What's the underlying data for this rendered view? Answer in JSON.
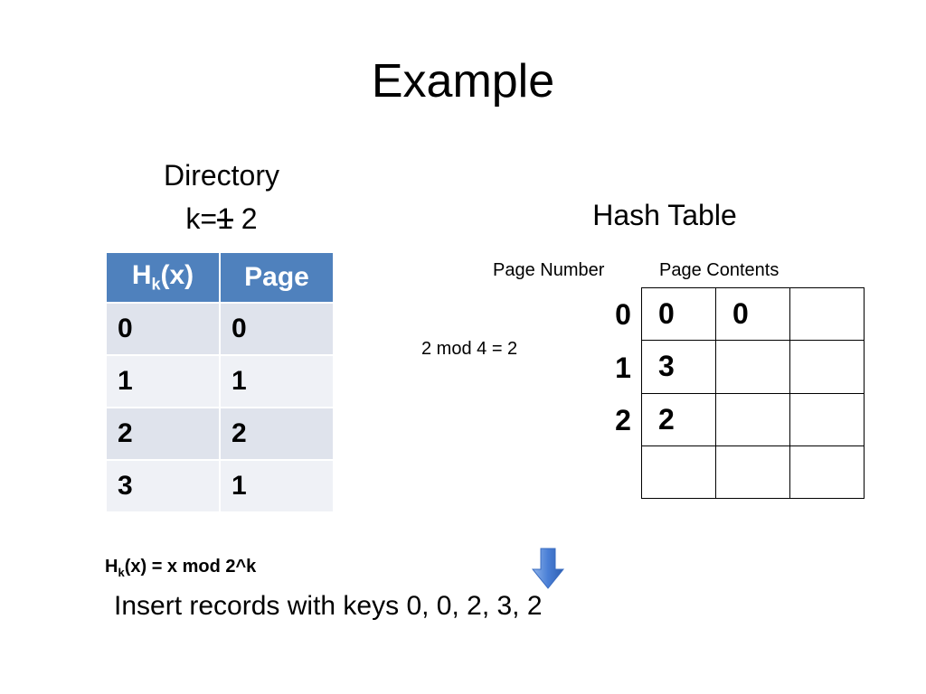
{
  "title": "Example",
  "directory": {
    "label": "Directory",
    "k_prefix": "k=",
    "k_old": "1",
    "k_new": "2",
    "header_hash": "H",
    "header_hash_sub": "k",
    "header_hash_suffix": "(x)",
    "header_page": "Page",
    "rows": [
      {
        "hash": "0",
        "page": "0"
      },
      {
        "hash": "1",
        "page": "1"
      },
      {
        "hash": "2",
        "page": "2"
      },
      {
        "hash": "3",
        "page": "1"
      }
    ]
  },
  "hash_table": {
    "label": "Hash Table",
    "col_page_number": "Page Number",
    "col_page_contents": "Page Contents",
    "page_numbers": [
      "0",
      "1",
      "2"
    ],
    "pages": [
      [
        "0",
        "0",
        ""
      ],
      [
        "3",
        "",
        ""
      ],
      [
        "2",
        "",
        ""
      ],
      [
        "",
        "",
        ""
      ]
    ]
  },
  "mod_note": "2 mod 4 = 2",
  "formula": {
    "prefix": "H",
    "sub": "k",
    "suffix": "(x) = x mod 2^k"
  },
  "insert_text": "Insert records with keys 0, 0, 2, 3, 2",
  "colors": {
    "header_blue": "#4f81bd",
    "row_even": "#dfe3ec",
    "row_odd": "#eff1f6",
    "arrow_blue": "#4a7fd6"
  },
  "icons": {
    "arrow": "down-arrow-icon"
  }
}
